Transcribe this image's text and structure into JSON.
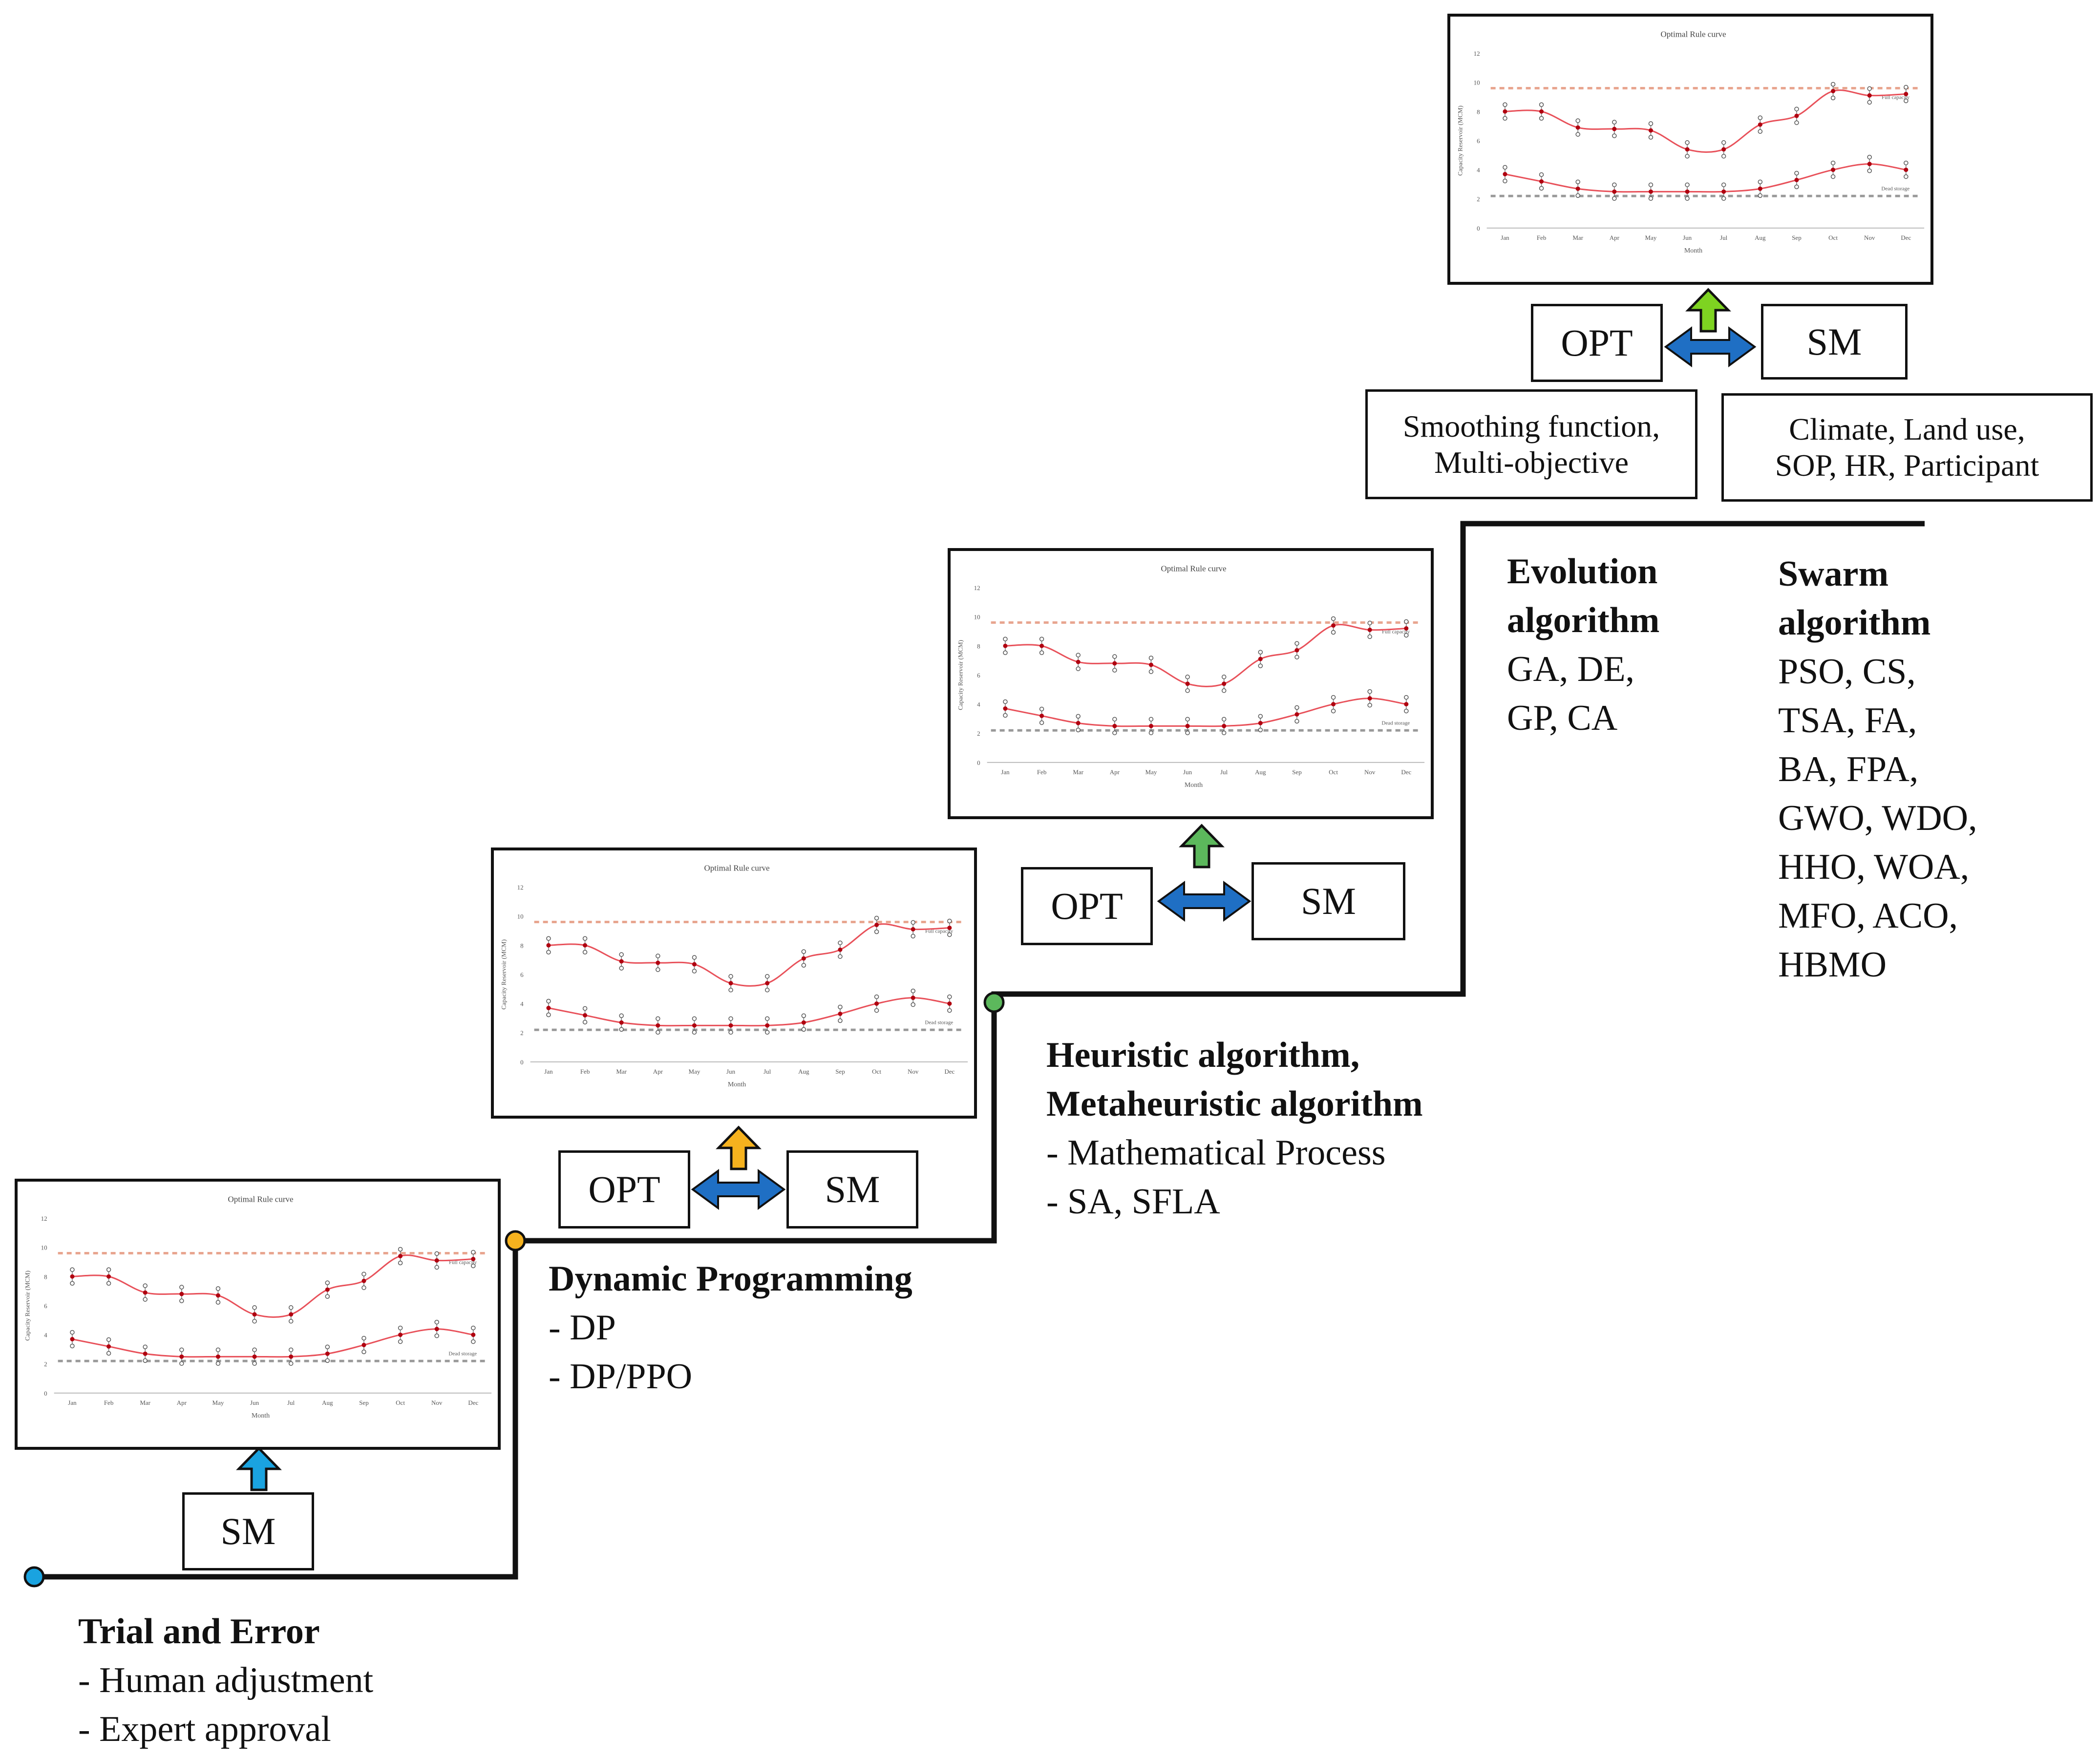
{
  "stages": [
    {
      "title": [
        "Trial and Error"
      ],
      "items": [
        "- Human adjustment",
        "- Expert approval"
      ]
    },
    {
      "title": [
        "Dynamic Programming"
      ],
      "items": [
        "- DP",
        "- DP/PPO"
      ]
    },
    {
      "title": [
        "Heuristic algorithm,",
        "Metaheuristic algorithm"
      ],
      "items": [
        "- Mathematical Process",
        "- SA, SFLA"
      ]
    },
    {
      "title": [
        "Evolution",
        "algorithm"
      ],
      "items": [
        "GA, DE,",
        "GP, CA"
      ]
    },
    {
      "title": [
        "Swarm",
        "algorithm"
      ],
      "items": [
        "PSO, CS,",
        "TSA, FA,",
        "BA, FPA,",
        "GWO, WDO,",
        "HHO, WOA,",
        "MFO, ACO,",
        "HBMO"
      ]
    }
  ],
  "labels": {
    "opt": "OPT",
    "sm": "SM"
  },
  "notes": {
    "smoothing": [
      "Smoothing function,",
      "Multi-objective"
    ],
    "climate": [
      "Climate, Land use,",
      "SOP, HR, Participant"
    ]
  },
  "colors": {
    "stage1": "#1aa3e0",
    "stage2": "#f6b21e",
    "stage3": "#5cb85c",
    "stage4": "#7ed321",
    "double_arrow": "#1f6fc4",
    "curve": "#e8515a",
    "line": "#111111"
  },
  "chart_data": {
    "type": "line",
    "title": "Optimal Rule curve",
    "xlabel": "Month",
    "ylabel": "Capacity Reservoir (MCM)",
    "categories": [
      "Jan",
      "Feb",
      "Mar",
      "Apr",
      "May",
      "Jun",
      "Jul",
      "Aug",
      "Sep",
      "Oct",
      "Nov",
      "Dec"
    ],
    "yticks": [
      "0",
      "2",
      "4",
      "6",
      "8",
      "10",
      "12"
    ],
    "ylim": [
      0,
      12
    ],
    "series": [
      {
        "values": [
          8.0,
          8.0,
          6.9,
          6.8,
          6.7,
          5.4,
          5.4,
          7.1,
          7.7,
          9.4,
          9.1,
          9.2
        ]
      },
      {
        "values": [
          3.7,
          3.2,
          2.7,
          2.5,
          2.5,
          2.5,
          2.5,
          2.7,
          3.3,
          4.0,
          4.4,
          4.0
        ]
      }
    ],
    "reference_lines": [
      {
        "name": "Full capacity",
        "value": 9.6
      },
      {
        "name": "Dead storage",
        "value": 2.2
      }
    ]
  }
}
